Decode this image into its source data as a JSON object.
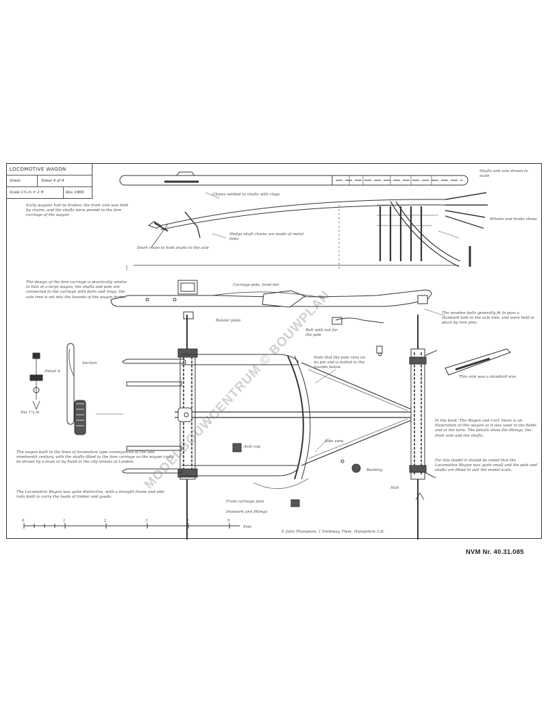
{
  "title_block": {
    "title": "LOCOMOTIVE WAGON",
    "row2_left": "Sheet",
    "row2_right": "Sheet 4 of 4",
    "row3_left": "Scale 1¼ in = 1 ft",
    "row3_right": "Rev 1969"
  },
  "notes": {
    "top_left": "Early wagons had no brakes; the front axle was held by chains, and the shafts were pinned to the fore carriage of the wagon.",
    "short_pin": "Short chain to hold shafts to the axle",
    "chain_pin": "Hedge shaft chains are made of metal links",
    "top_mid": "Chains welded to shafts with rings",
    "top_right_1": "Shafts and axle drawn to scale",
    "top_right_2": "Wheels and brake shoes",
    "mid_left": "The design of the fore carriage is practically similar to that of a large wagon, the shafts and pole are connected to the carriage with bolts and rings; the axle tree is set into the hounds of the wagon frame.",
    "mid_center": "Carriage pole, front bar",
    "mid_right_1": "The wooden bolts generally fit to pass a standard hole in the axle tree, and were held in place by iron pins.",
    "mid_right_2": "This axle was a standard size",
    "bolster": "Bolster plate",
    "bolt_note": "Bolt with nut for the pole",
    "pole_note": "Note that the pole runs on its pin and is bolted to the hounds below",
    "side_label": "Side view",
    "lower_left": "The wagon built to the lines of locomotive type conveyances of the late nineteenth century, with the shafts fitted to the fore carriage so the wagon could be drawn by a team or by hand in the city streets of London.",
    "lower_left_2": "The Locomotive Wagon was quite distinctive, with a straight frame and side rails built to carry the loads of timber and goods.",
    "lower_right": "In the book 'The Wagon and Cart' there is an illustration of this wagon as it was used in the fields and at the farm. The details show the fittings, the front axle and the shafts.",
    "lower_right_2": "For this model it should be noted that the Locomotive Wagon was quite small and the pole and shafts are fitted to suit the model scale.",
    "lower_center": "Front carriage plan",
    "lower_center_2": "Ironwork and fittings",
    "wheel_label": "Hub",
    "detail_1": "Section",
    "detail_2": "Detail A",
    "detail_3": "Bushing",
    "detail_4": "Axle cap",
    "dia": "Dia 1¼ in",
    "credit": "© John Thompson, 1 Fieldway, Fleet, Hampshire U.K."
  },
  "scale_bar": {
    "zero": "0",
    "marks": [
      "1",
      "2",
      "3",
      "4",
      "5"
    ],
    "unit": "Feet"
  },
  "reference": "NVM Nr. 40.31.085",
  "watermark": "MODELBOUWCENTRUM © BOUWPLAN"
}
